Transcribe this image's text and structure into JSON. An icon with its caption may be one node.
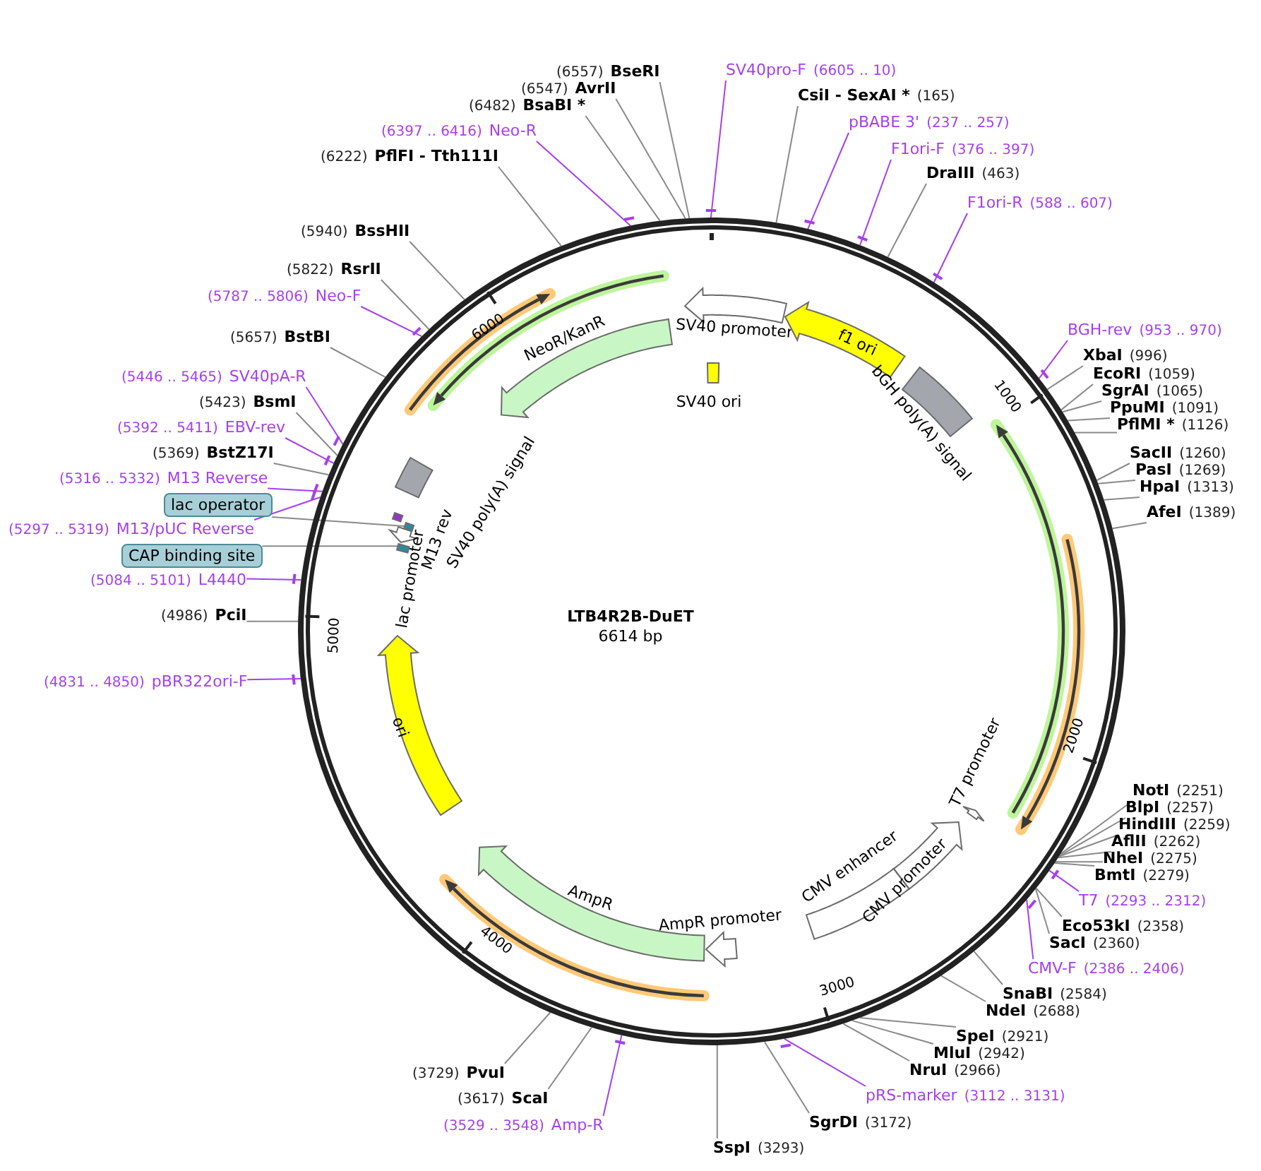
{
  "diagram": {
    "title": "LTB4R2B-DuET",
    "nodes": [
      {
        "text": [
          "(6557)",
          "BseRI"
        ]
      },
      {
        "text": [
          "(6547)",
          "AvrII"
        ]
      },
      {
        "text": [
          "(6482)",
          "BsaBI *"
        ]
      },
      {
        "text": [
          "(6397 .. 6416)",
          "Neo-R"
        ]
      },
      {
        "text": [
          "(6222)",
          "PflFI - Tth111I"
        ]
      },
      {
        "text": [
          "SV40pro-F",
          "(6605 .. 10)"
        ]
      },
      {
        "text": [
          "CsiI - SexAI *",
          "(165)"
        ]
      },
      {
        "text": [
          "pBABE 3'",
          "(237 .. 257)"
        ]
      },
      {
        "text": [
          "F1ori-F",
          "(376 .. 397)"
        ]
      },
      {
        "text": [
          "DraIII",
          "(463)"
        ]
      },
      {
        "text": [
          "F1ori-R",
          "(588 .. 607)"
        ]
      },
      {
        "text": [
          "(5940)",
          "BssHII"
        ]
      },
      {
        "text": [
          "(5822)",
          "RsrII"
        ]
      },
      {
        "text": [
          "(5787 .. 5806)",
          "Neo-F"
        ]
      },
      {
        "text": [
          "(5657)",
          "BstBI"
        ]
      },
      {
        "text": [
          "(5446 .. 5465)",
          "SV40pA-R"
        ]
      },
      {
        "text": [
          "(5423)",
          "BsmI"
        ]
      },
      {
        "text": [
          "(5392 .. 5411)",
          "EBV-rev"
        ]
      },
      {
        "text": [
          "(5369)",
          "BstZ17I"
        ]
      },
      {
        "text": [
          "(5316 .. 5332)",
          "M13 Reverse"
        ]
      },
      {
        "text": [
          "lac operator"
        ]
      },
      {
        "text": [
          "(5297 .. 5319)",
          "M13/pUC Reverse"
        ]
      },
      {
        "text": [
          "CAP binding site"
        ]
      },
      {
        "text": [
          "(5084 .. 5101)",
          "L4440"
        ]
      },
      {
        "text": [
          "(4986)",
          "PciI"
        ]
      },
      {
        "text": [
          "(4831 .. 4850)",
          "pBR322ori-F"
        ]
      },
      {
        "text": [
          "BGH-rev",
          "(953 .. 970)"
        ]
      },
      {
        "text": [
          "XbaI",
          "(996)"
        ]
      },
      {
        "text": [
          "EcoRI",
          "(1059)"
        ]
      },
      {
        "text": [
          "SgrAI",
          "(1065)"
        ]
      },
      {
        "text": [
          "PpuMI",
          "(1091)"
        ]
      },
      {
        "text": [
          "PflMI *",
          "(1126)"
        ]
      },
      {
        "text": [
          "SacII",
          "(1260)"
        ]
      },
      {
        "text": [
          "PasI",
          "(1269)"
        ]
      },
      {
        "text": [
          "HpaI",
          "(1313)"
        ]
      },
      {
        "text": [
          "AfeI",
          "(1389)"
        ]
      },
      {
        "text": [
          "NotI",
          "(2251)"
        ]
      },
      {
        "text": [
          "BlpI",
          "(2257)"
        ]
      },
      {
        "text": [
          "HindIII",
          "(2259)"
        ]
      },
      {
        "text": [
          "AflII",
          "(2262)"
        ]
      },
      {
        "text": [
          "NheI",
          "(2275)"
        ]
      },
      {
        "text": [
          "BmtI",
          "(2279)"
        ]
      },
      {
        "text": [
          "T7",
          "(2293 .. 2312)"
        ]
      },
      {
        "text": [
          "Eco53kI",
          "(2358)"
        ]
      },
      {
        "text": [
          "SacI",
          "(2360)"
        ]
      },
      {
        "text": [
          "CMV-F",
          "(2386 .. 2406)"
        ]
      },
      {
        "text": [
          "SnaBI",
          "(2584)"
        ]
      },
      {
        "text": [
          "NdeI",
          "(2688)"
        ]
      },
      {
        "text": [
          "SpeI",
          "(2921)"
        ]
      },
      {
        "text": [
          "MluI",
          "(2942)"
        ]
      },
      {
        "text": [
          "NruI",
          "(2966)"
        ]
      },
      {
        "text": [
          "pRS-marker",
          "(3112 .. 3131)"
        ]
      },
      {
        "text": [
          "SgrDI",
          "(3172)"
        ]
      },
      {
        "text": [
          "SspI",
          "(3293)"
        ]
      },
      {
        "text": [
          "(3729)",
          "PvuI"
        ]
      },
      {
        "text": [
          "(3617)",
          "ScaI"
        ]
      },
      {
        "text": [
          "(3529 .. 3548)",
          "Amp-R"
        ]
      },
      {
        "text": [],
        "shape": "circle"
      },
      {
        "text": [
          "SV40 promoter"
        ],
        "in": 57
      },
      {
        "text": [
          "f1 ori"
        ],
        "in": 57
      },
      {
        "text": [
          "bGH poly(A) signal"
        ],
        "in": 57
      },
      {
        "text": [
          "SV40 ori"
        ],
        "in": 57
      },
      {
        "text": [
          "NeoR/KanR"
        ],
        "in": 57
      },
      {
        "text": [
          "SV40 poly(A) signal"
        ],
        "in": 57
      },
      {
        "text": [
          "M13 rev"
        ],
        "in": 57
      },
      {
        "text": [
          "lac promoter"
        ],
        "in": 57
      },
      {
        "text": [
          "ori"
        ],
        "in": 57
      },
      {
        "text": [
          "AmpR"
        ],
        "in": 57
      },
      {
        "text": [
          "AmpR promoter"
        ],
        "in": 57
      },
      {
        "text": [
          "CMV enhancer"
        ],
        "in": 57
      },
      {
        "text": [
          "CMV promoter"
        ],
        "in": 57
      },
      {
        "text": [
          "T7 promoter"
        ],
        "in": 57
      },
      {
        "text": [],
        "shape": "box",
        "in": 57
      },
      {
        "text": [],
        "shape": "box",
        "in": 57
      }
    ],
    "edges": [
      {
        "from": 0,
        "to": 57,
        "arrow": "none"
      },
      {
        "from": 1,
        "to": 57,
        "arrow": "none"
      },
      {
        "from": 2,
        "to": 57,
        "arrow": "none"
      },
      {
        "from": 3,
        "to": 57,
        "arrow": "none",
        "color": "#a53ff0"
      },
      {
        "from": 4,
        "to": 57,
        "arrow": "none"
      },
      {
        "from": 5,
        "to": 57,
        "arrow": "none",
        "color": "#a53ff0"
      },
      {
        "from": 6,
        "to": 57,
        "arrow": "none"
      },
      {
        "from": 7,
        "to": 57,
        "arrow": "none",
        "color": "#a53ff0"
      },
      {
        "from": 8,
        "to": 57,
        "arrow": "none",
        "color": "#a53ff0"
      },
      {
        "from": 9,
        "to": 57,
        "arrow": "none"
      },
      {
        "from": 10,
        "to": 57,
        "arrow": "none",
        "color": "#a53ff0"
      },
      {
        "from": 11,
        "to": 57,
        "arrow": "none"
      },
      {
        "from": 12,
        "to": 57,
        "arrow": "none"
      },
      {
        "from": 13,
        "to": 57,
        "arrow": "none",
        "color": "#a53ff0"
      },
      {
        "from": 14,
        "to": 57,
        "arrow": "none"
      },
      {
        "from": 15,
        "to": 57,
        "arrow": "none",
        "color": "#a53ff0"
      },
      {
        "from": 16,
        "to": 57,
        "arrow": "none"
      },
      {
        "from": 17,
        "to": 57,
        "arrow": "none",
        "color": "#a53ff0"
      },
      {
        "from": 18,
        "to": 57,
        "arrow": "none"
      },
      {
        "from": 19,
        "to": 57,
        "arrow": "none",
        "color": "#a53ff0"
      },
      {
        "from": 20,
        "to": 72,
        "arrow": "none"
      },
      {
        "from": 21,
        "to": 57,
        "arrow": "none",
        "color": "#a53ff0"
      },
      {
        "from": 22,
        "to": 73,
        "arrow": "none"
      },
      {
        "from": 23,
        "to": 57,
        "arrow": "none",
        "color": "#a53ff0"
      },
      {
        "from": 24,
        "to": 57,
        "arrow": "none"
      },
      {
        "from": 25,
        "to": 57,
        "arrow": "none",
        "color": "#a53ff0"
      },
      {
        "from": 26,
        "to": 57,
        "arrow": "none",
        "color": "#a53ff0"
      },
      {
        "from": 27,
        "to": 57,
        "arrow": "none"
      },
      {
        "from": 28,
        "to": 57,
        "arrow": "none"
      },
      {
        "from": 29,
        "to": 57,
        "arrow": "none"
      },
      {
        "from": 30,
        "to": 57,
        "arrow": "none"
      },
      {
        "from": 31,
        "to": 57,
        "arrow": "none"
      },
      {
        "from": 32,
        "to": 57,
        "arrow": "none"
      },
      {
        "from": 33,
        "to": 57,
        "arrow": "none"
      },
      {
        "from": 34,
        "to": 57,
        "arrow": "none"
      },
      {
        "from": 35,
        "to": 57,
        "arrow": "none"
      },
      {
        "from": 36,
        "to": 57,
        "arrow": "none"
      },
      {
        "from": 37,
        "to": 57,
        "arrow": "none"
      },
      {
        "from": 38,
        "to": 57,
        "arrow": "none"
      },
      {
        "from": 39,
        "to": 57,
        "arrow": "none"
      },
      {
        "from": 40,
        "to": 57,
        "arrow": "none"
      },
      {
        "from": 41,
        "to": 57,
        "arrow": "none"
      },
      {
        "from": 42,
        "to": 57,
        "arrow": "none",
        "color": "#a53ff0"
      },
      {
        "from": 43,
        "to": 57,
        "arrow": "none"
      },
      {
        "from": 44,
        "to": 57,
        "arrow": "none"
      },
      {
        "from": 45,
        "to": 57,
        "arrow": "none",
        "color": "#a53ff0"
      },
      {
        "from": 46,
        "to": 57,
        "arrow": "none"
      },
      {
        "from": 47,
        "to": 57,
        "arrow": "none"
      },
      {
        "from": 48,
        "to": 57,
        "arrow": "none"
      },
      {
        "from": 49,
        "to": 57,
        "arrow": "none"
      },
      {
        "from": 50,
        "to": 57,
        "arrow": "none"
      },
      {
        "from": 51,
        "to": 57,
        "arrow": "none",
        "color": "#a53ff0"
      },
      {
        "from": 52,
        "to": 57,
        "arrow": "none"
      },
      {
        "from": 53,
        "to": 57,
        "arrow": "none"
      },
      {
        "from": 54,
        "to": 57,
        "arrow": "none"
      },
      {
        "from": 55,
        "to": 57,
        "arrow": "none"
      },
      {
        "from": 56,
        "to": 57,
        "arrow": "none",
        "color": "#a53ff0"
      }
    ],
    "labels": [
      "6614 bp",
      "1000",
      "2000",
      "3000",
      "4000",
      "5000",
      "6000"
    ]
  }
}
